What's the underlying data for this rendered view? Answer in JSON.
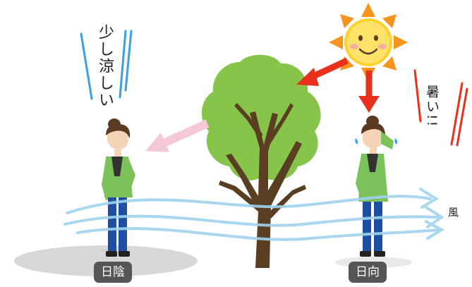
{
  "labels": {
    "cool_speech": "少し涼しい",
    "hot_speech": "暑い!!",
    "wind": "風",
    "shade": "日陰",
    "sunny": "日向"
  },
  "colors": {
    "sun_ray": "#f7941d",
    "arrow_red": "#e8301c",
    "arrow_pink": "#f5c8d8",
    "wind_blue": "#9fd3ee",
    "tree_green": "#86c44a",
    "shirt_green": "#7cc25a",
    "jeans_blue": "#1f4fa3",
    "badge_gray": "#555555"
  },
  "icons": [
    "sun-icon",
    "tree-icon",
    "person-in-shade",
    "person-in-sun",
    "wind-arrows"
  ]
}
